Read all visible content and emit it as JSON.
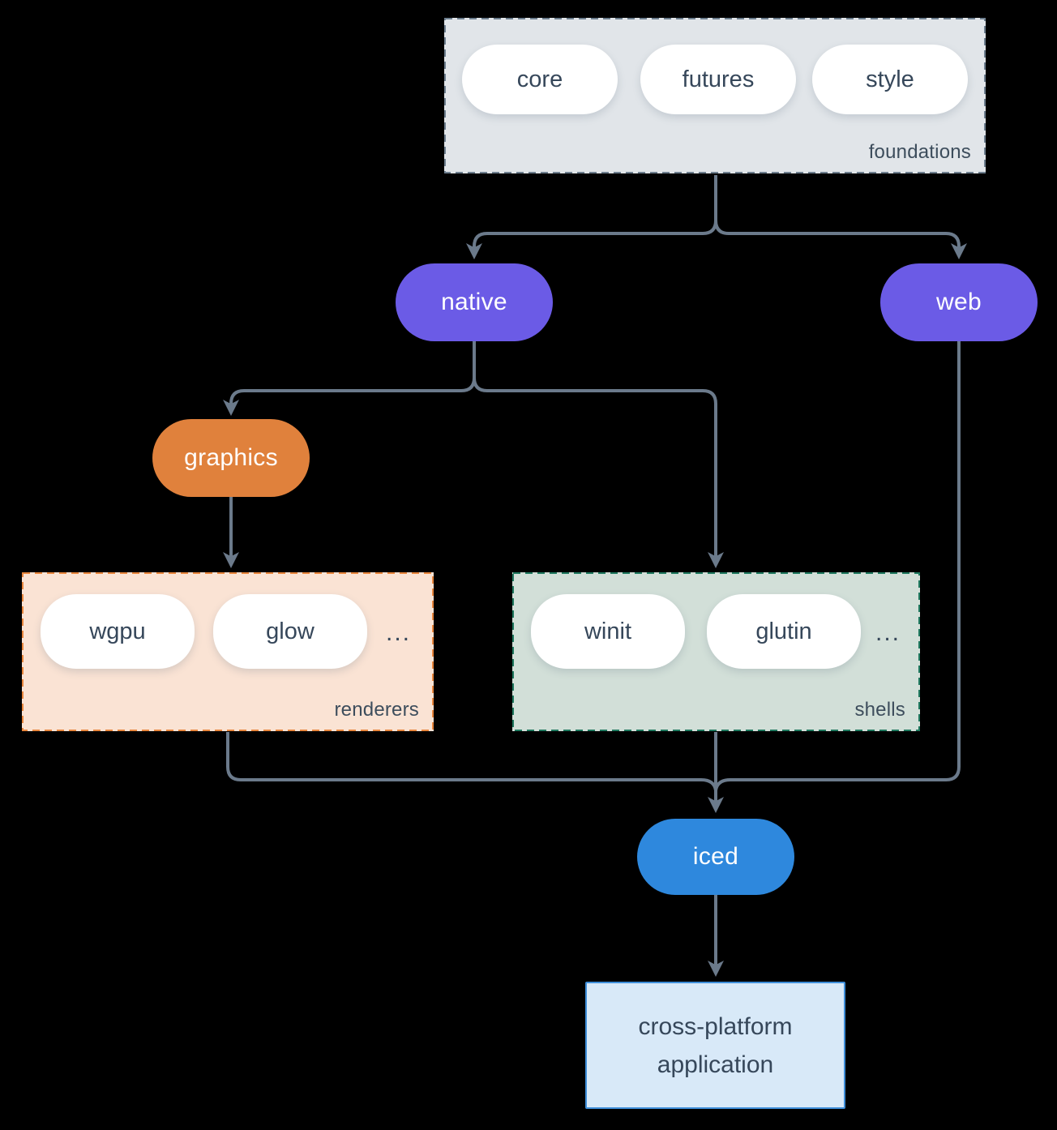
{
  "colors": {
    "background": "#000000",
    "arrow": "#6b7a8b",
    "node_purple": "#6b5be6",
    "node_orange": "#e0813c",
    "node_blue": "#2e88dd",
    "foundations_fill": "#e1e5e9",
    "foundations_border": "#6e7f8f",
    "renderers_fill": "#fae3d4",
    "renderers_border": "#e8863d",
    "shells_fill": "#d2dfd8",
    "shells_border": "#20795f",
    "application_fill": "#d8e9f8",
    "application_border": "#3e8ed9",
    "text_dark": "#36475a",
    "label_text": "#3d4d5c"
  },
  "foundations": {
    "label": "foundations",
    "items": [
      "core",
      "futures",
      "style"
    ]
  },
  "native": {
    "label": "native"
  },
  "web": {
    "label": "web"
  },
  "graphics": {
    "label": "graphics"
  },
  "renderers": {
    "label": "renderers",
    "items": [
      "wgpu",
      "glow"
    ],
    "ellipsis": "..."
  },
  "shells": {
    "label": "shells",
    "items": [
      "winit",
      "glutin"
    ],
    "ellipsis": "..."
  },
  "iced": {
    "label": "iced"
  },
  "application": {
    "line1": "cross-platform",
    "line2": "application"
  }
}
